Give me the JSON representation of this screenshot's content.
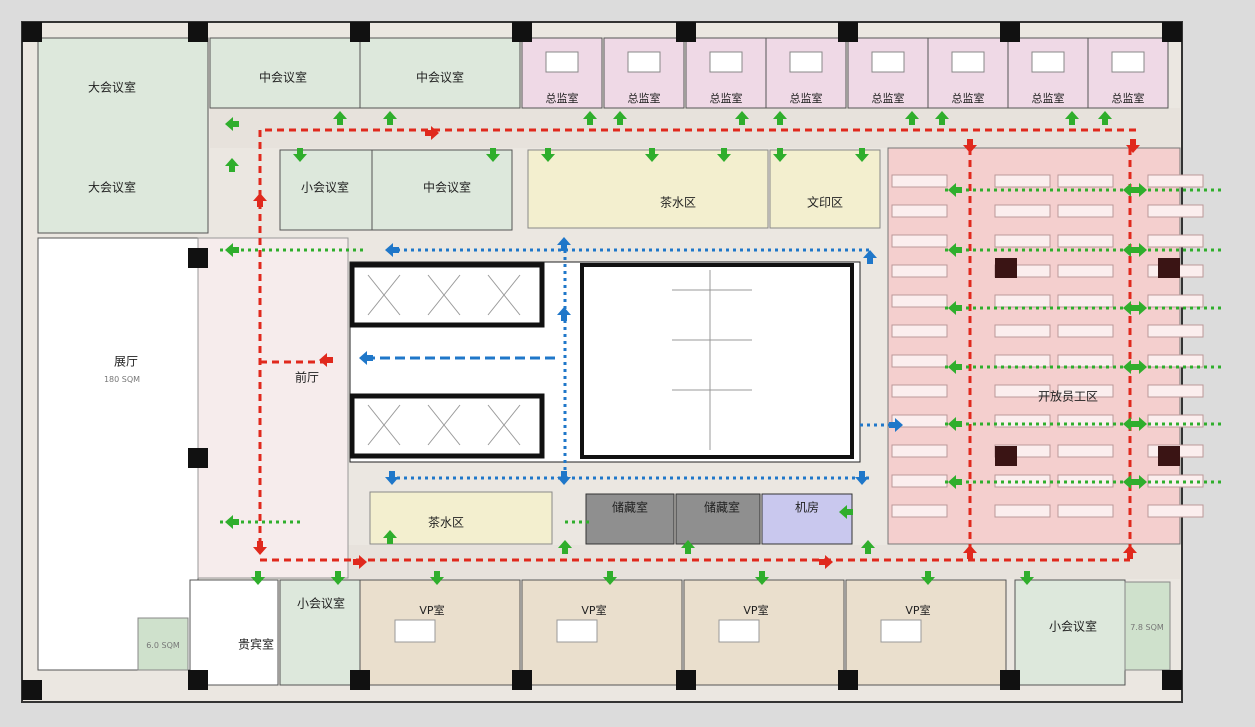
{
  "colors": {
    "meeting": "#dde8dc",
    "director": "#efd9e6",
    "pantry": "#f3efcf",
    "vp": "#eadfcd",
    "open_office": "#f4cfce",
    "reception": "#f6ecec",
    "core": "#ffffff",
    "storage": "#8f8f8f",
    "server": "#c9c8ee",
    "corridor": "#e7e2dc",
    "wall": "#111111",
    "red_arrow": "#e0291d",
    "green_arrow": "#2fae2c",
    "blue_arrow": "#1f77c9"
  },
  "rooms": {
    "large_meeting_1": "大会议室",
    "large_meeting_2": "大会议室",
    "mid_meeting_1": "中会议室",
    "mid_meeting_2": "中会议室",
    "mid_meeting_3": "中会议室",
    "small_meeting_1": "小会议室",
    "small_meeting_2": "小会议室",
    "small_meeting_3": "小会议室",
    "director": [
      "总监室",
      "总监室",
      "总监室",
      "总监室",
      "总监室",
      "总监室",
      "总监室",
      "总监室"
    ],
    "pantry_1": "茶水区",
    "pantry_2": "茶水区",
    "print": "文印区",
    "exhibition": "展厅",
    "exhibition_area": "180 SQM",
    "lobby": "前厅",
    "open_office": "开放员工区",
    "storage_1": "储藏室",
    "storage_2": "储藏室",
    "server": "机房",
    "vip": "贵宾室",
    "vp": [
      "VP室",
      "VP室",
      "VP室",
      "VP室"
    ],
    "balcony_left_area": "6.0 SQM",
    "balcony_right_area": "7.8 SQM"
  },
  "icons": {
    "red_arrow": "evacuation-route-arrow",
    "green_arrow": "room-access-arrow",
    "blue_arrow": "core-circulation-arrow"
  }
}
